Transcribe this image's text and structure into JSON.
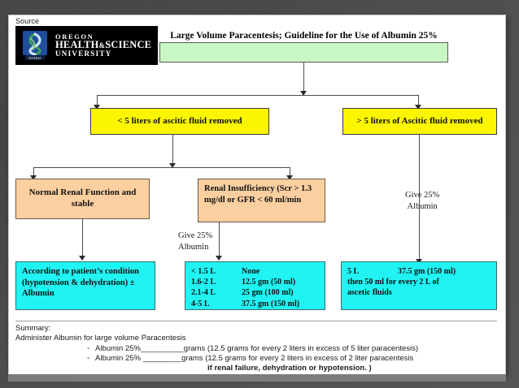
{
  "slide": {
    "source_label": "Source",
    "logo": {
      "emblem_name": "ohsu-caduceus-emblem",
      "line1": "OREGON",
      "line2a": "HEALTH",
      "line2b": "&",
      "line2c": "SCIENCE",
      "line3": "UNIVERSITY"
    },
    "title": "Large Volume Paracentesis; Guideline for the Use of Albumin 25%",
    "decision_left": "< 5 liters of ascitic fluid removed",
    "decision_right": "> 5 liters of Ascitic fluid removed",
    "renal_normal": "Normal Renal Function and stable",
    "renal_insufficiency": "Renal Insufficiency (Scr > 1.3 mg/dl  or GFR < 60 ml/min",
    "note_middle": {
      "line1": "Give 25%",
      "line2": "Albumin"
    },
    "note_right": {
      "line1": "Give 25%",
      "line2": "Albumin"
    },
    "outcome_left": "According to patient’s condition (hypotension & dehydration) ± Albumin",
    "outcome_middle": {
      "rows": [
        {
          "volume": "< 1.5 L",
          "dose": "None"
        },
        {
          "volume": "1.6-2 L",
          "dose": "12.5 gm (50 ml)"
        },
        {
          "volume": "2.1-4 L",
          "dose": "25 gm (100 ml)"
        },
        {
          "volume": "4-5 L",
          "dose": "37.5 gm (150 ml)"
        }
      ]
    },
    "outcome_right": {
      "row": {
        "volume": "5 L",
        "dose": "37.5 gm (150 ml)"
      },
      "line2": "then 50 ml for every 2 L of",
      "line3": "ascetic fluids"
    },
    "summary": {
      "heading": "Summary:",
      "subheading": "Administer Albumin for large volume Paracentesis",
      "bullets": [
        "Albumin  25%__________grams (12.5 grams for every 2 liters in excess of 5 liter paracentesis)",
        "Albumin 25% _________grams (12.5 grams for every 2 liters in excess of 2 liter paracentesis"
      ],
      "footer": "if renal failure, dehydration or hypotension. )"
    },
    "colors": {
      "title_box": "#c9f7c4",
      "decision_box": "#fbf500",
      "renal_box": "#fbcfa0",
      "outcome_box": "#21f3f3",
      "slide_background": "#ffffff",
      "backdrop": "#4a4a4a",
      "connector": "#4b4b4b"
    }
  }
}
